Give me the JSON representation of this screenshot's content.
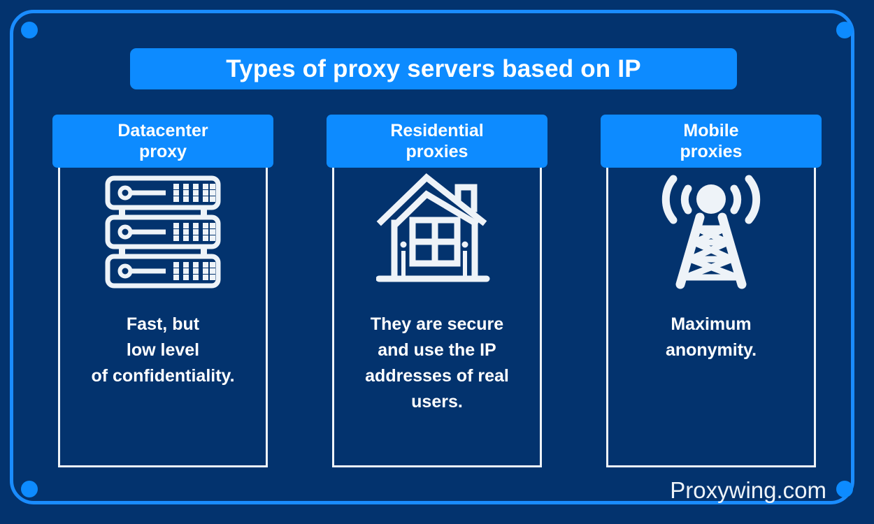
{
  "theme": {
    "background": "#03336e",
    "accent": "#0d8bff",
    "border_accent": "#1a8cff",
    "text": "#ffffff",
    "card_outline": "#eef3f8"
  },
  "title": {
    "text": "Types of proxy servers based on IP"
  },
  "columns": [
    {
      "header_lines": [
        "Datacenter",
        "proxy"
      ],
      "icon": "server-rack-icon",
      "body_lines": [
        "Fast, but",
        "low level",
        "of confidentiality."
      ]
    },
    {
      "header_lines": [
        "Residential",
        "proxies"
      ],
      "icon": "house-icon",
      "body_lines": [
        "They are secure",
        "and use the IP",
        "addresses of real",
        "users."
      ]
    },
    {
      "header_lines": [
        "Mobile",
        "proxies"
      ],
      "icon": "cell-tower-icon",
      "body_lines": [
        "Maximum",
        "anonymity."
      ]
    }
  ],
  "footer": {
    "brand": "Proxywing.com"
  }
}
